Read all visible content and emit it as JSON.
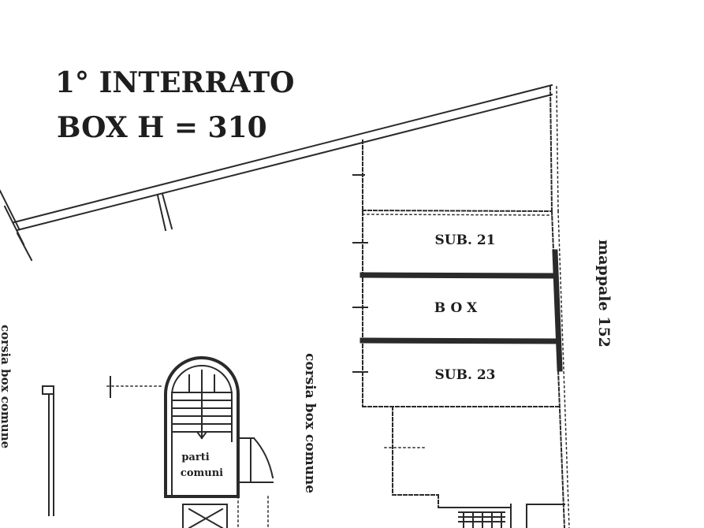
{
  "title": {
    "line1": "1° INTERRATO",
    "line2": "BOX  H = 310"
  },
  "rooms": {
    "sub21": "SUB. 21",
    "box": "BOX",
    "sub23": "SUB. 23"
  },
  "labels": {
    "mappale": "mappale 152",
    "corsia_right": "corsia box comune",
    "corsia_left": "corsia box comune",
    "parti_comuni_line1": "parti",
    "parti_comuni_line2": "comuni"
  },
  "colors": {
    "ink": "#2a2a2a",
    "background": "#ffffff"
  }
}
